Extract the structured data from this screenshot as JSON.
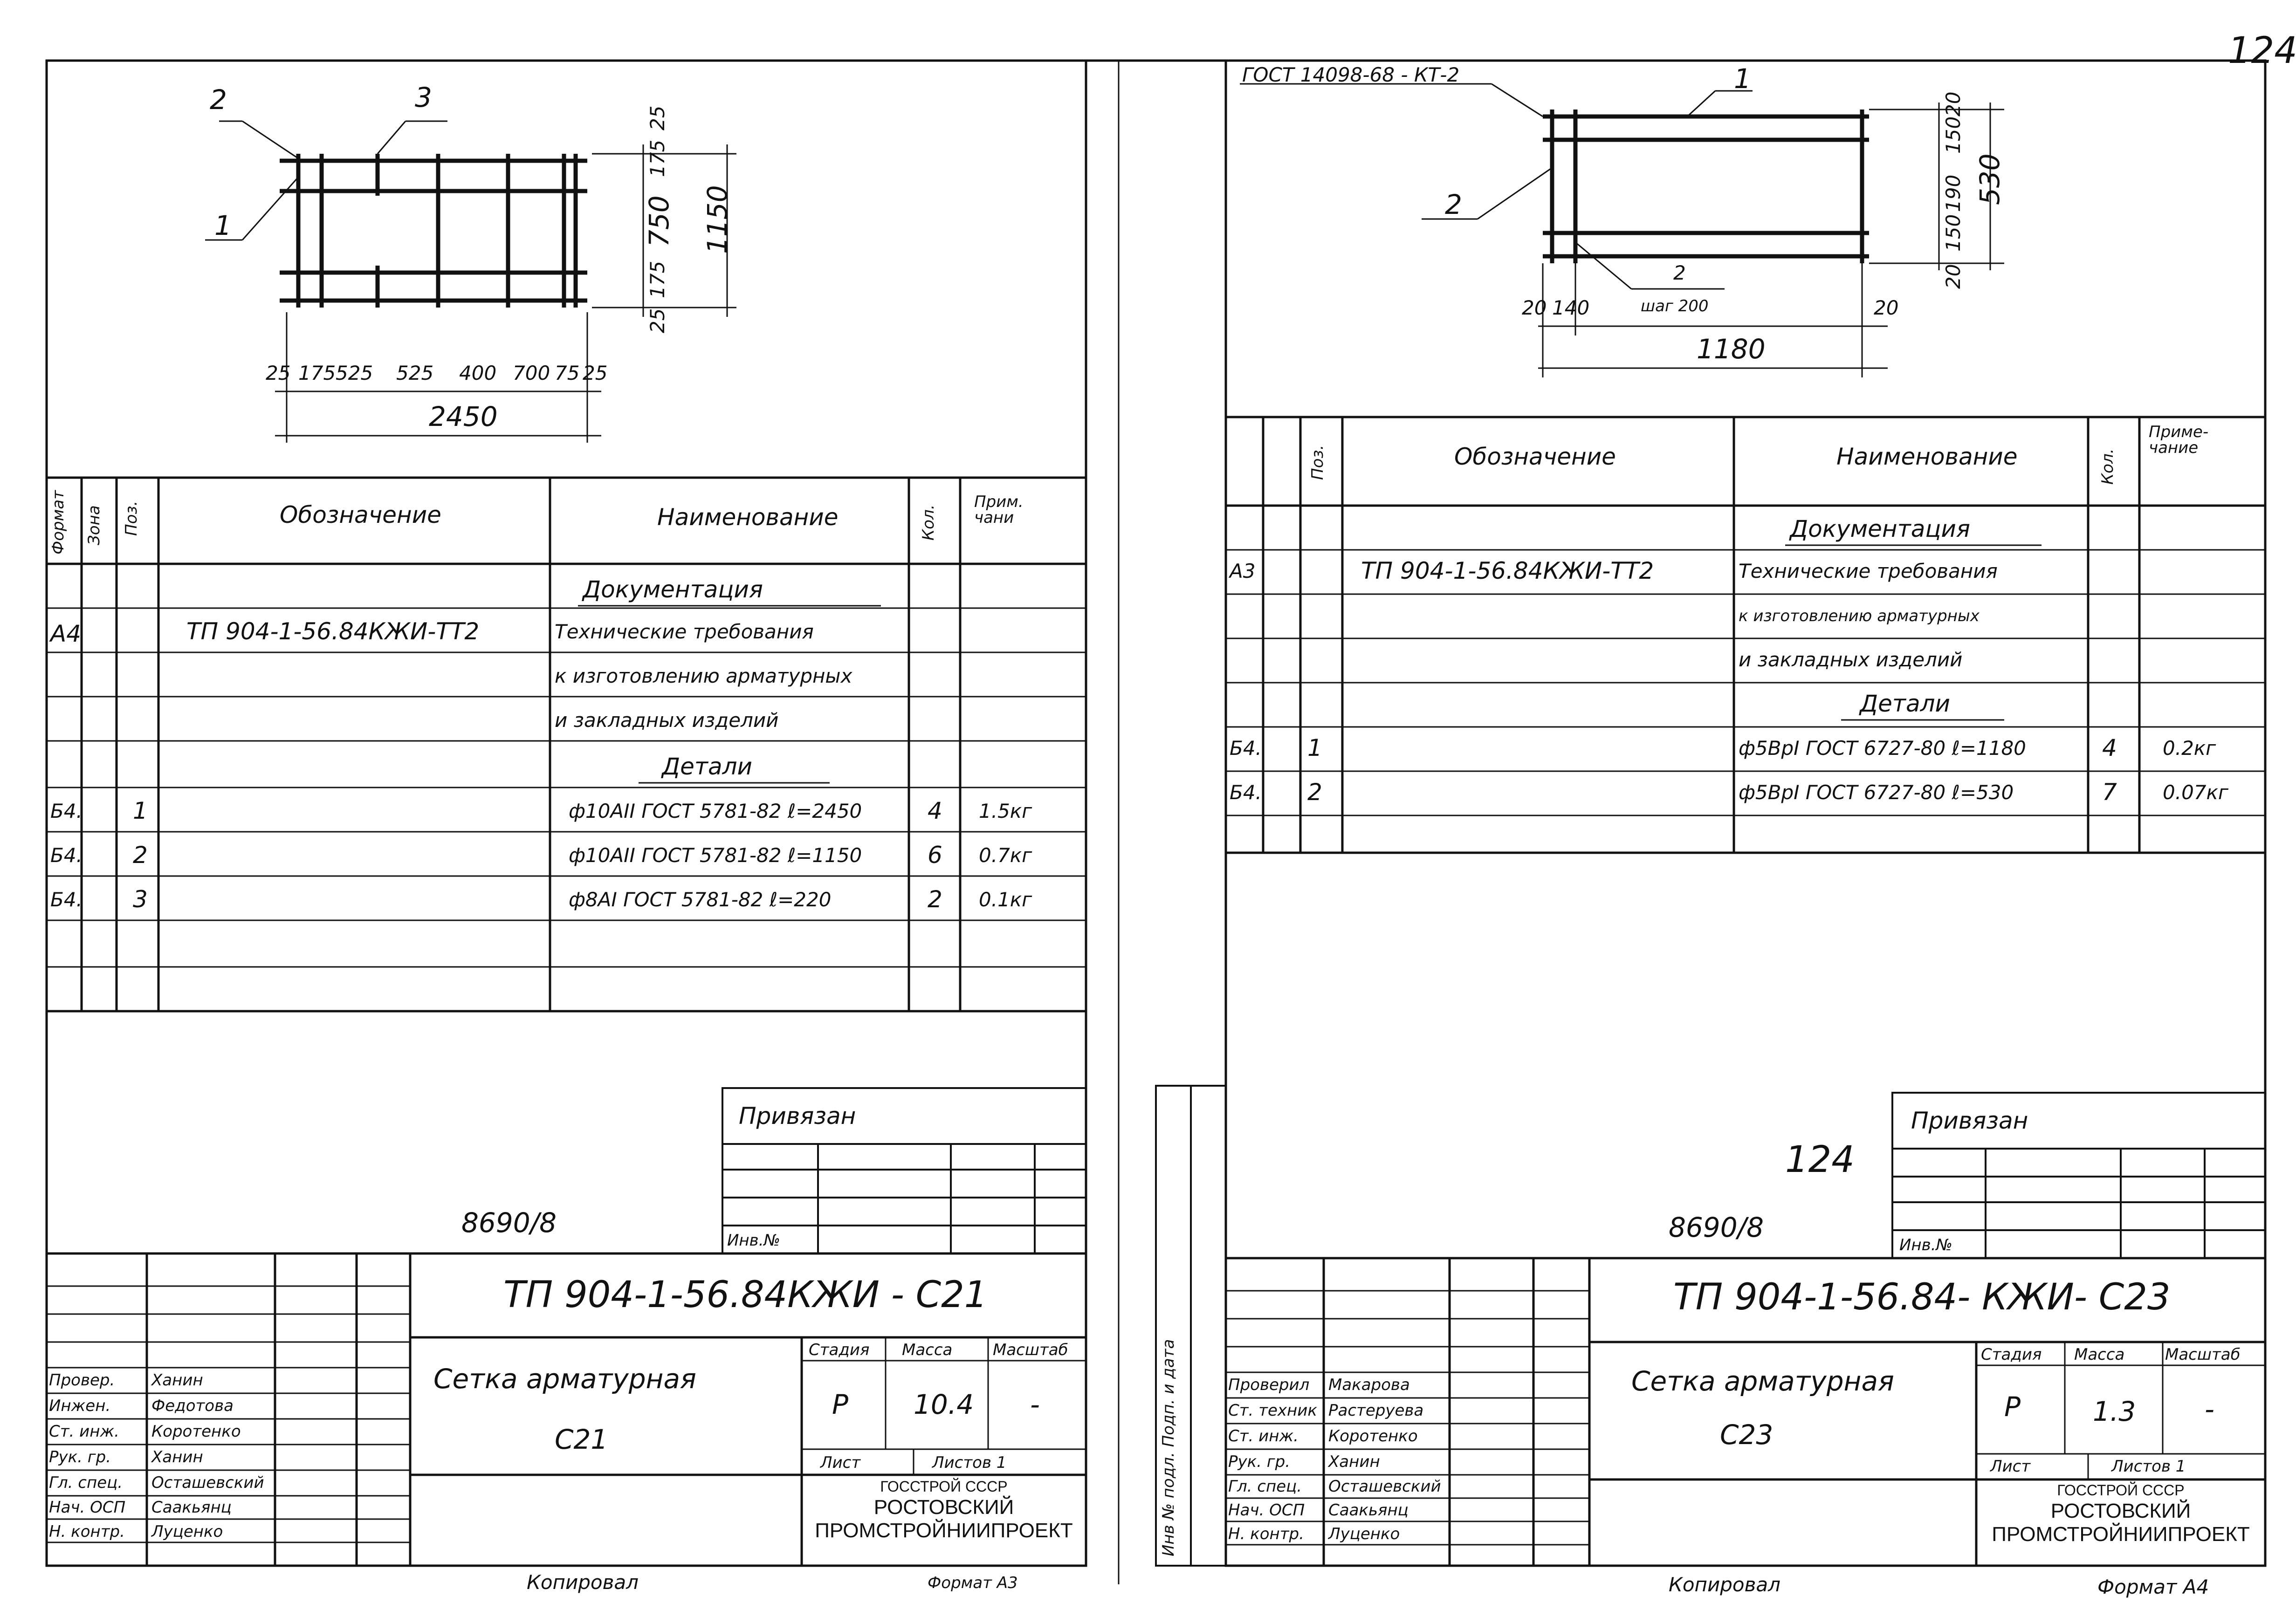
{
  "page_number": "124",
  "left": {
    "drawing": {
      "callouts": [
        "2",
        "3",
        "1"
      ],
      "dims_right": [
        "25",
        "175",
        "750",
        "175",
        "25"
      ],
      "dim_total_right": "1150",
      "dims_bottom": [
        "25",
        "175",
        "525",
        "525",
        "400",
        "700",
        "75",
        "25"
      ],
      "dim_total_bottom": "2450"
    },
    "spec": {
      "headers": {
        "format": "Формат",
        "zone": "Зона",
        "pos": "Поз.",
        "designation": "Обозначение",
        "name": "Наименование",
        "qty": "Кол.",
        "note": "Прим. чани"
      },
      "section_docs": "Документация",
      "doc_format": "А4",
      "doc_designation": "ТП 904-1-56.84КЖИ-ТТ2",
      "doc_name_lines": [
        "Технические требования",
        "к изготовлению арматурных",
        "и закладных изделий"
      ],
      "section_details": "Детали",
      "rows": [
        {
          "format": "Б4.",
          "pos": "1",
          "name": "ф10АII ГОСТ 5781-82 ℓ=2450",
          "qty": "4",
          "note": "1.5кг"
        },
        {
          "format": "Б4.",
          "pos": "2",
          "name": "ф10АII ГОСТ 5781-82 ℓ=1150",
          "qty": "6",
          "note": "0.7кг"
        },
        {
          "format": "Б4.",
          "pos": "3",
          "name": "ф8АI ГОСТ 5781-82 ℓ=220",
          "qty": "2",
          "note": "0.1кг"
        }
      ]
    },
    "attached": "Привязан",
    "inv_no": "Инв.№",
    "archive_no": "8690/8",
    "title_block": {
      "designation": "ТП 904-1-56.84КЖИ - С21",
      "title_lines": [
        "Сетка арматурная",
        "С21"
      ],
      "stage_label": "Стадия",
      "mass_label": "Масса",
      "scale_label": "Масштаб",
      "stage": "Р",
      "mass": "10.4",
      "scale": "-",
      "sheet_label": "Лист",
      "sheets_label": "Листов 1",
      "org": [
        "ГОССТРОЙ СССР",
        "РОСТОВСКИЙ",
        "ПРОМСТРОЙНИИПРОЕКТ"
      ],
      "people": [
        {
          "role": "Провер.",
          "name": "Ханин"
        },
        {
          "role": "Инжен.",
          "name": "Федотова"
        },
        {
          "role": "Ст. инж.",
          "name": "Коротенко"
        },
        {
          "role": "Рук. гр.",
          "name": "Ханин"
        },
        {
          "role": "Гл. спец.",
          "name": "Осташевский"
        },
        {
          "role": "Нач. ОСП",
          "name": "Саакьянц"
        },
        {
          "role": "Н. контр.",
          "name": "Луценко"
        }
      ]
    },
    "copied": "Копировал",
    "format": "Формат А3"
  },
  "right": {
    "drawing": {
      "gost": "ГОСТ 14098-68 - КТ-2",
      "callouts": [
        "1",
        "2",
        "2"
      ],
      "step_label": "шаг 200",
      "dims_right": [
        "20",
        "150",
        "190",
        "150",
        "20"
      ],
      "dim_total_right": "530",
      "dims_bottom": [
        "20",
        "140",
        "20"
      ],
      "dim_total_bottom": "1180"
    },
    "spec": {
      "headers": {
        "pos": "Поз.",
        "designation": "Обозначение",
        "name": "Наименование",
        "qty": "Кол.",
        "note": "Приме-чание"
      },
      "section_docs": "Документация",
      "doc_format": "А3",
      "doc_designation": "ТП 904-1-56.84КЖИ-ТТ2",
      "doc_name_lines": [
        "Технические требования",
        "к изготовлению арматурных",
        "и закладных изделий"
      ],
      "section_details": "Детали",
      "rows": [
        {
          "format": "Б4.",
          "pos": "1",
          "name": "ф5ВрI ГОСТ 6727-80 ℓ=1180",
          "qty": "4",
          "note": "0.2кг"
        },
        {
          "format": "Б4.",
          "pos": "2",
          "name": "ф5ВрI ГОСТ 6727-80 ℓ=530",
          "qty": "7",
          "note": "0.07кг"
        }
      ]
    },
    "side_stamp": "Инв № подл. Подп. и дата",
    "attached": "Привязан",
    "inv_no": "Инв.№",
    "handwritten_no": "124",
    "archive_no": "8690/8",
    "title_block": {
      "designation": "ТП 904-1-56.84- КЖИ- С23",
      "title_lines": [
        "Сетка арматурная",
        "С23"
      ],
      "stage_label": "Стадия",
      "mass_label": "Масса",
      "scale_label": "Масштаб",
      "stage": "Р",
      "mass": "1.3",
      "scale": "-",
      "sheet_label": "Лист",
      "sheets_label": "Листов 1",
      "org": [
        "ГОССТРОЙ СССР",
        "РОСТОВСКИЙ",
        "ПРОМСТРОЙНИИПРОЕКТ"
      ],
      "people": [
        {
          "role": "Проверил",
          "name": "Макарова"
        },
        {
          "role": "Ст. техник",
          "name": "Растерyева"
        },
        {
          "role": "Ст. инж.",
          "name": "Коротенко"
        },
        {
          "role": "Рук. гр.",
          "name": "Ханин"
        },
        {
          "role": "Гл. спец.",
          "name": "Осташевский"
        },
        {
          "role": "Нач. ОСП",
          "name": "Саакьянц"
        },
        {
          "role": "Н. контр.",
          "name": "Луценко"
        }
      ]
    },
    "copied": "Копировал",
    "format": "Формат А4"
  }
}
